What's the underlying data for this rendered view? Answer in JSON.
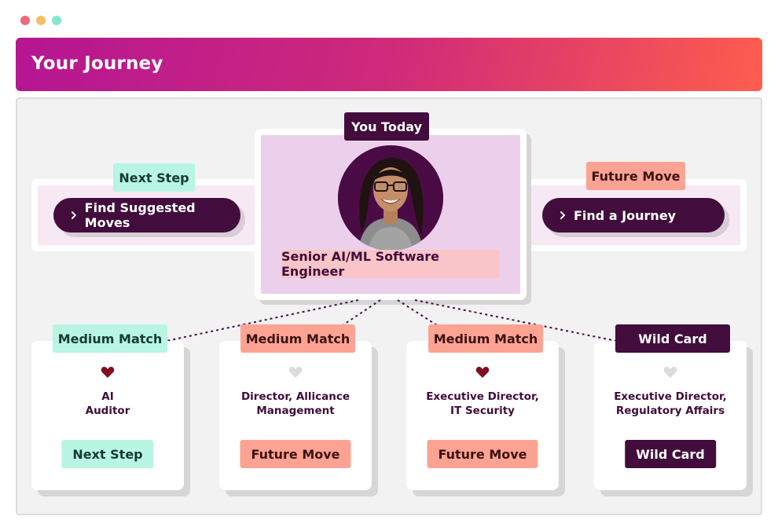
{
  "window": {
    "controls": [
      "close",
      "minimize",
      "maximize"
    ]
  },
  "header": {
    "title": "Your Journey"
  },
  "colors": {
    "plum": "#420d3d",
    "mint": "#b8f5e3",
    "salmon": "#fea393",
    "heart_active": "#7f1020",
    "heart_inactive": "#dcdcdc"
  },
  "left_panel": {
    "tag": "Next Step",
    "button_label": "Find Suggested Moves",
    "button_icon": "chevron-right-icon"
  },
  "right_panel": {
    "tag": "Future Move",
    "button_label": "Find a Journey",
    "button_icon": "chevron-right-icon"
  },
  "current": {
    "tag": "You Today",
    "role": "Senior AI/ML Software Engineer",
    "avatar": "profile-photo"
  },
  "matches": [
    {
      "match": "Medium Match",
      "role": "AI\nAuditor",
      "action": "Next Step",
      "favorited": true
    },
    {
      "match": "Medium Match",
      "role": "Director, Allicance\nManagement",
      "action": "Future Move",
      "favorited": false
    },
    {
      "match": "Medium Match",
      "role": "Executive Director,\nIT Security",
      "action": "Future Move",
      "favorited": true
    },
    {
      "match": "Wild Card",
      "role": "Executive Director,\nRegulatory Affairs",
      "action": "Wild Card",
      "favorited": false
    }
  ]
}
